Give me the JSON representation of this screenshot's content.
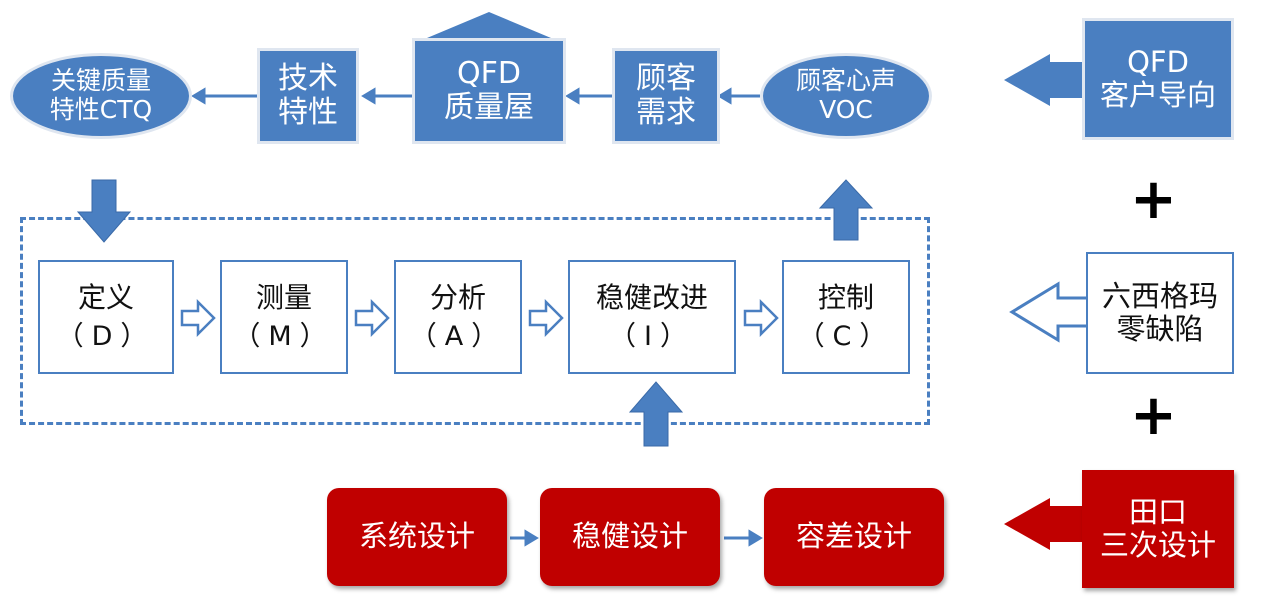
{
  "top_row": {
    "ctq": [
      "关键质量",
      "特性CTQ"
    ],
    "tech": [
      "技术",
      "特性"
    ],
    "qfd_house": [
      "QFD",
      "质量屋"
    ],
    "customer_needs": [
      "顾客",
      "需求"
    ],
    "voc": [
      "顾客心声",
      "VOC"
    ]
  },
  "dmaic": {
    "define": {
      "label": "定义",
      "code": "（D）"
    },
    "measure": {
      "label": "测量",
      "code": "（M）"
    },
    "analyze": {
      "label": "分析",
      "code": "（A）"
    },
    "improve": {
      "label": "稳健改进",
      "code": "（I）"
    },
    "control": {
      "label": "控制",
      "code": "（C）"
    }
  },
  "bottom_row": {
    "system": "系统设计",
    "robust": "稳健设计",
    "tolerance": "容差设计"
  },
  "right_column": {
    "qfd": [
      "QFD",
      "客户导向"
    ],
    "six_sigma": [
      "六西格玛",
      "零缺陷"
    ],
    "taguchi": [
      "田口",
      "三次设计"
    ],
    "plus": "+"
  },
  "colors": {
    "blue": "#4a7fc1",
    "red": "#c00000",
    "light_border": "#dfe6f0"
  }
}
